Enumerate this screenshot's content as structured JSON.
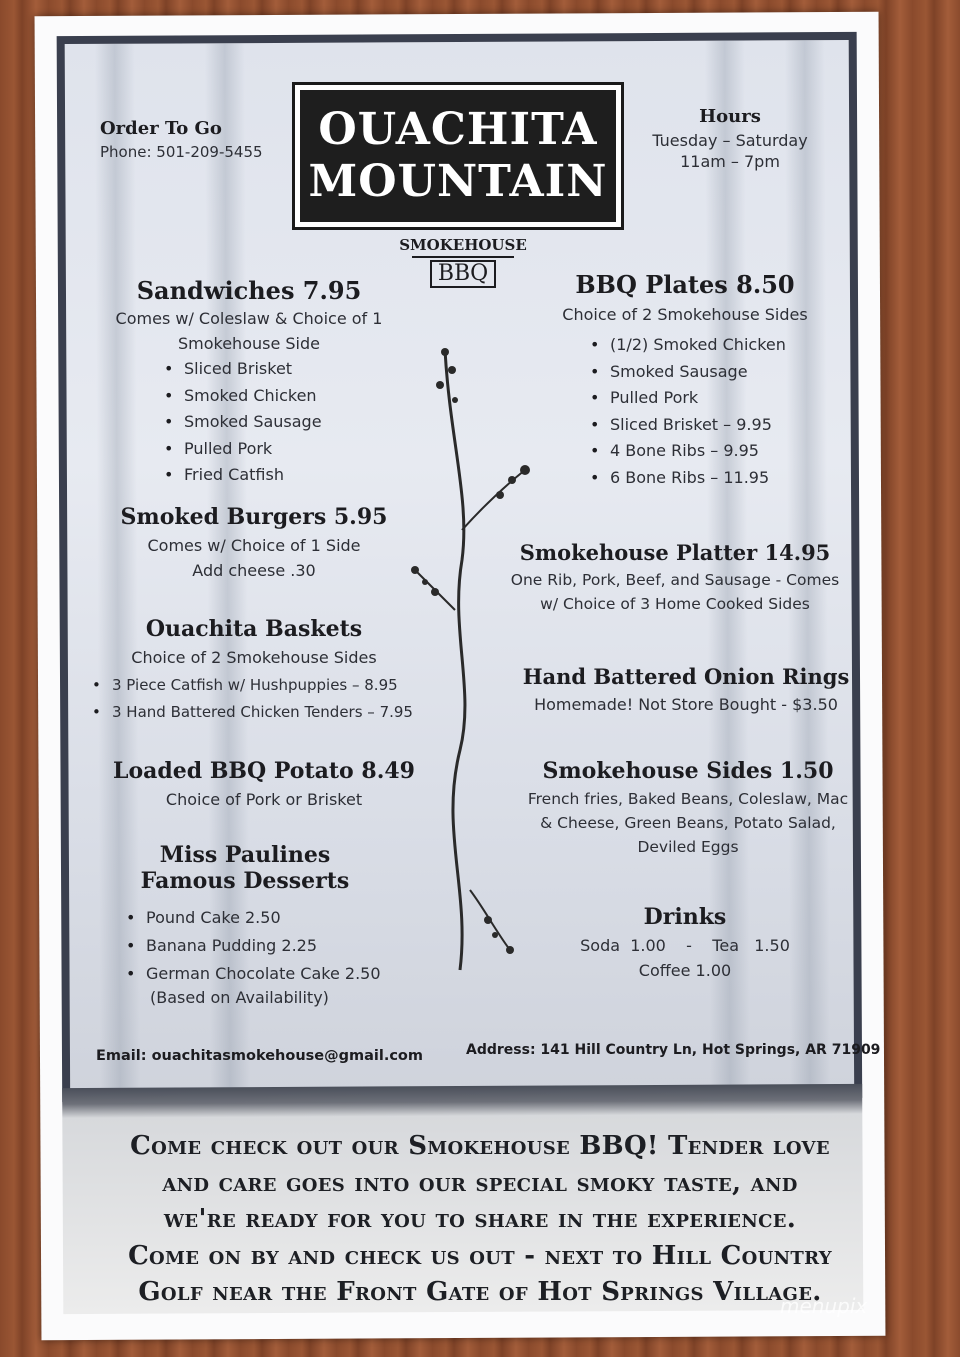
{
  "order": {
    "title": "Order To Go",
    "phone": "Phone:  501-209-5455"
  },
  "logo": {
    "line1": "OUACHITA",
    "line2": "MOUNTAIN",
    "smokehouse": "SMOKEHOUSE",
    "bbq": "BBQ"
  },
  "hours": {
    "title": "Hours",
    "days": "Tuesday – Saturday",
    "time": "11am – 7pm"
  },
  "sandwiches": {
    "title": "Sandwiches 7.95",
    "desc1": "Comes w/ Coleslaw & Choice of 1",
    "desc2": "Smokehouse Side",
    "items": [
      "Sliced Brisket",
      "Smoked Chicken",
      "Smoked Sausage",
      "Pulled Pork",
      "Fried Catfish"
    ]
  },
  "burgers": {
    "title": "Smoked Burgers  5.95",
    "desc1": "Comes w/ Choice of 1 Side",
    "desc2": "Add cheese  .30"
  },
  "baskets": {
    "title": "Ouachita  Baskets",
    "desc": "Choice of 2 Smokehouse Sides",
    "items": [
      "3 Piece Catfish w/ Hushpuppies – 8.95",
      "3 Hand Battered Chicken Tenders – 7.95"
    ]
  },
  "potato": {
    "title": "Loaded BBQ Potato 8.49",
    "desc": "Choice of Pork or Brisket"
  },
  "desserts": {
    "title1": "Miss Paulines",
    "title2": "Famous Desserts",
    "items": [
      "Pound Cake 2.50",
      "Banana Pudding 2.25",
      "German Chocolate Cake 2.50"
    ],
    "note": "(Based on Availability)"
  },
  "plates": {
    "title": "BBQ Plates 8.50",
    "desc": "Choice of 2 Smokehouse Sides",
    "items": [
      "(1/2) Smoked Chicken",
      "Smoked Sausage",
      "Pulled Pork",
      "Sliced Brisket – 9.95",
      "4 Bone Ribs – 9.95",
      "6 Bone Ribs – 11.95"
    ]
  },
  "platter": {
    "title": "Smokehouse Platter   14.95",
    "desc1": "One Rib, Pork, Beef, and Sausage - Comes",
    "desc2": "w/ Choice of 3 Home Cooked Sides"
  },
  "onion": {
    "title": "Hand Battered Onion Rings",
    "desc": "Homemade! Not Store Bought - $3.50"
  },
  "sides": {
    "title": "Smokehouse Sides  1.50",
    "line1": "French fries, Baked Beans, Coleslaw, Mac",
    "line2": "& Cheese, Green Beans, Potato Salad,",
    "line3": "Deviled Eggs"
  },
  "drinks": {
    "title": "Drinks",
    "line1": "Soda  1.00    -    Tea   1.50",
    "line2": "Coffee  1.00"
  },
  "footer": {
    "email": "Email:  ouachitasmokehouse@gmail.com",
    "address": "Address:  141 Hill Country Ln, Hot Springs, AR 71909"
  },
  "promo": {
    "line1": "Come check out our Smokehouse BBQ!  Tender love",
    "line2": "and care goes into our special smoky taste, and",
    "line3": "we're ready for you to share in the experience.",
    "line4": "Come on by and check us out - next to Hill Country",
    "line5": "Golf near the Front Gate of Hot Springs Village."
  },
  "watermark": "menupix"
}
